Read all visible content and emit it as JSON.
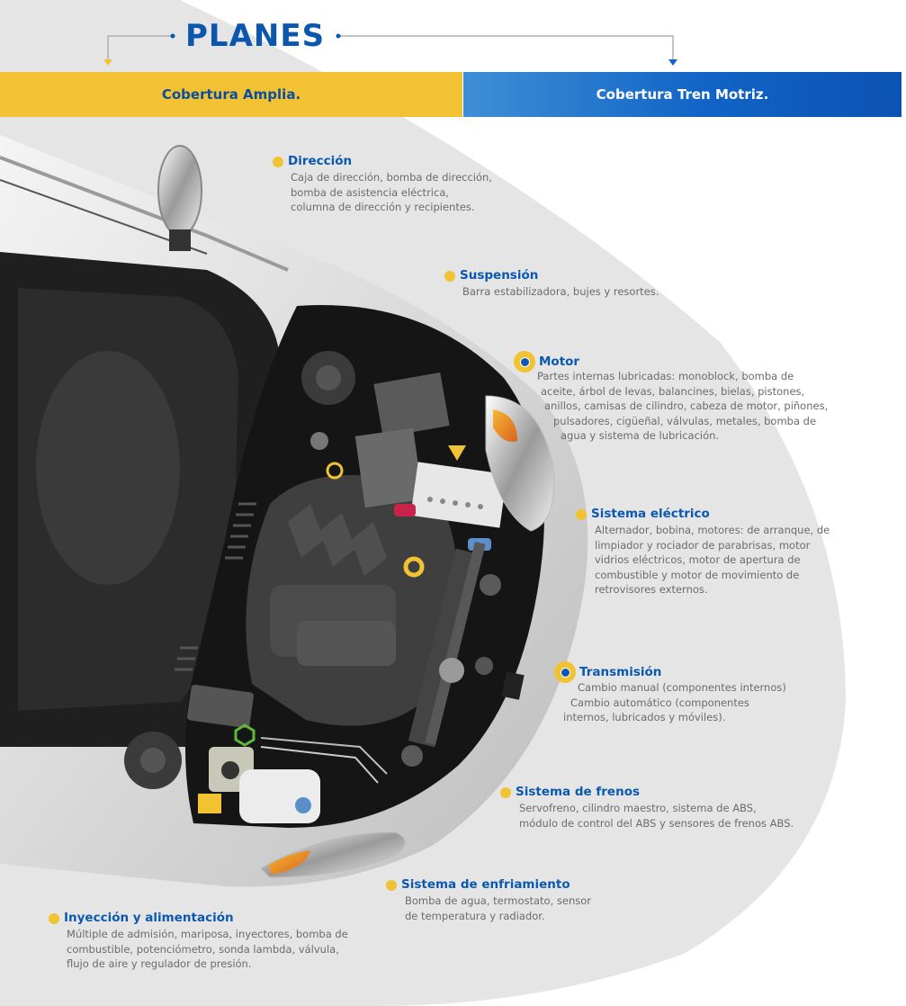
{
  "title": "PLANES",
  "plans": {
    "left": {
      "label": "Cobertura Amplia.",
      "color": "#f2c234"
    },
    "right": {
      "label": "Cobertura Tren Motriz.",
      "color": "#1164c6"
    }
  },
  "colors": {
    "accent_yellow": "#f1c232",
    "accent_blue": "#0b58b0",
    "text_gray": "#6b6b6b"
  },
  "items": {
    "direccion": {
      "title": "Dirección",
      "lines": [
        "Caja de dirección, bomba de dirección,",
        "bomba de asistencia eléctrica,",
        "columna de dirección y recipientes."
      ]
    },
    "suspension": {
      "title": "Suspensión",
      "lines": [
        "Barra estabilizadora, bujes y resortes."
      ]
    },
    "motor": {
      "title": "Motor",
      "lines": [
        "Partes internas lubricadas: monoblock, bomba de",
        "aceite, árbol de levas, balancines, bielas, pistones,",
        "anillos, camisas de cilindro, cabeza de motor, piñones,",
        "pulsadores, cigüeñal, válvulas, metales, bomba de",
        "agua y sistema de lubricación."
      ]
    },
    "electrico": {
      "title": "Sistema eléctrico",
      "lines": [
        "Alternador, bobina, motores: de arranque, de",
        "limpiador y rociador de parabrisas, motor",
        "vidrios eléctricos, motor de apertura de",
        "combustible y motor de movimiento de",
        "retrovisores externos."
      ]
    },
    "transmision": {
      "title": "Transmisión",
      "lines": [
        "Cambio manual (componentes internos)",
        "Cambio automático (componentes",
        "internos, lubricados y móviles)."
      ]
    },
    "frenos": {
      "title": "Sistema de frenos",
      "lines": [
        "Servofreno, cilindro maestro, sistema de ABS,",
        "módulo de control del ABS y sensores de frenos ABS."
      ]
    },
    "enfriamiento": {
      "title": "Sistema de enfriamiento",
      "lines": [
        "Bomba de agua, termostato, sensor",
        "de temperatura y radiador."
      ]
    },
    "inyeccion": {
      "title": "Inyección y alimentación",
      "lines": [
        "Múltiple de admisión, mariposa, inyectores, bomba de",
        "combustible, potenciómetro, sonda lambda, válvula,",
        "flujo de aire y regulador de presión."
      ]
    }
  }
}
